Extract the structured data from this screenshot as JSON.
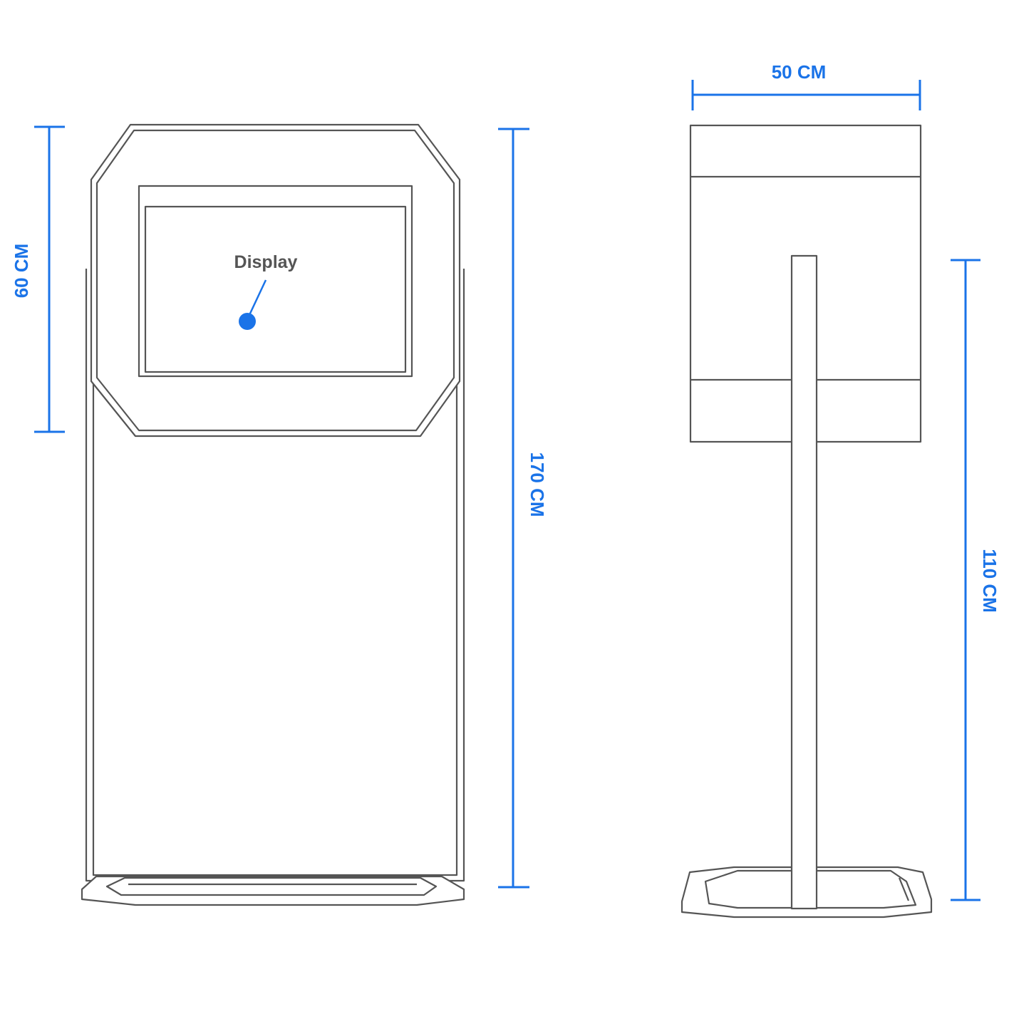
{
  "dimensions": {
    "front_screen_height": "60 CM",
    "front_total_height": "170 CM",
    "side_width": "50 CM",
    "side_pole_height": "110 CM"
  },
  "callout": {
    "label": "Display"
  },
  "colors": {
    "dimension": "#1a73e8",
    "outline": "#555555",
    "callout_dot": "#1a73e8"
  }
}
